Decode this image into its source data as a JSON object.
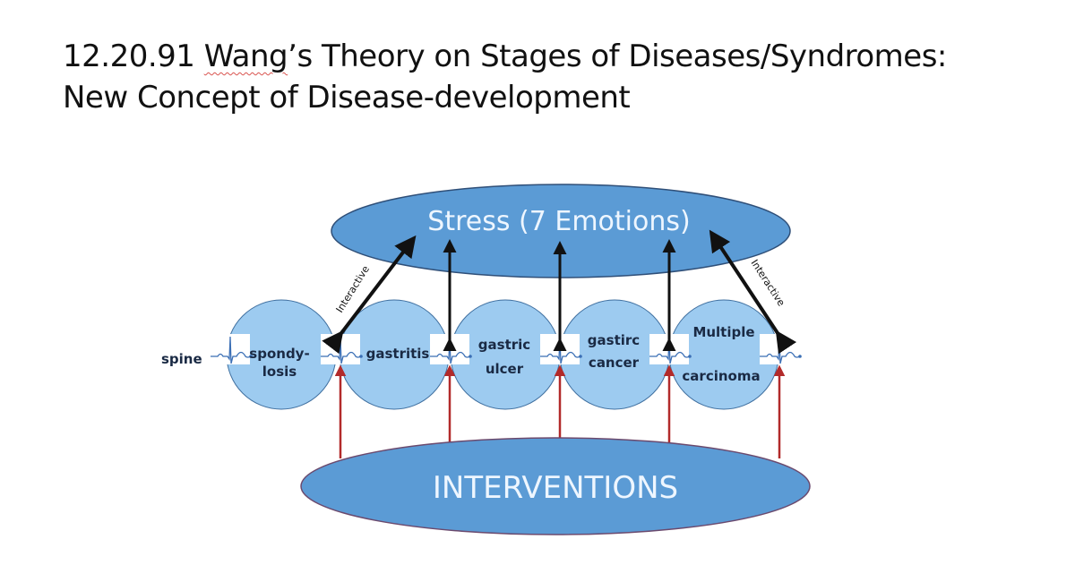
{
  "title": {
    "prefix": "12.20.91 ",
    "name": "Wang",
    "rest_line1": "’s Theory on Stages of Diseases/Syndromes:",
    "line2": "New Concept of Disease-development"
  },
  "top_ellipse": {
    "label": "Stress (7 Emotions)"
  },
  "bottom_ellipse": {
    "label": "INTERVENTIONS"
  },
  "start_label": "spine",
  "stages": [
    {
      "line1": "spondy-",
      "line2": "losis"
    },
    {
      "line1": "gastritis",
      "line2": ""
    },
    {
      "line1": "gastric",
      "line2": "ulcer"
    },
    {
      "line1": "gastirc",
      "line2": "cancer"
    },
    {
      "line1": "Multiple",
      "line2": "carcinoma"
    }
  ],
  "side_labels": {
    "left": "Interactive",
    "right": "Interactive"
  },
  "colors": {
    "ellipse_fill": "#5b9bd5",
    "circle_fill": "#9dcbf0",
    "stress_arrow": "#111111",
    "intervention_arrow": "#b22a2a",
    "ecg_line": "#3b6fb5"
  }
}
